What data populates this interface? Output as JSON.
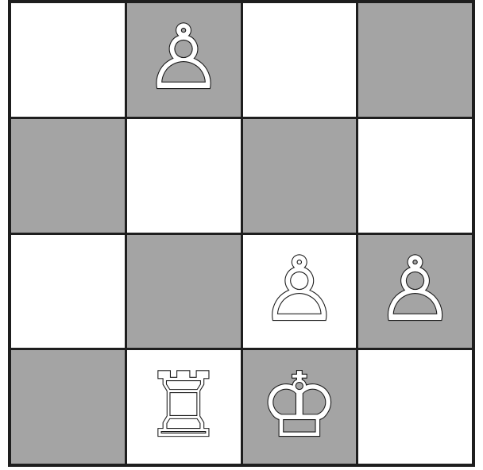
{
  "board": {
    "colors": {
      "light": "#ffffff",
      "dark": "#a4a4a4",
      "border": "#1e1e1e"
    },
    "rows": [
      [
        {
          "shade": "light",
          "piece": null,
          "glyph": ""
        },
        {
          "shade": "dark",
          "piece": "white-pawn",
          "glyph": "♙"
        },
        {
          "shade": "light",
          "piece": null,
          "glyph": ""
        },
        {
          "shade": "dark",
          "piece": null,
          "glyph": ""
        }
      ],
      [
        {
          "shade": "dark",
          "piece": null,
          "glyph": ""
        },
        {
          "shade": "light",
          "piece": null,
          "glyph": ""
        },
        {
          "shade": "dark",
          "piece": null,
          "glyph": ""
        },
        {
          "shade": "light",
          "piece": null,
          "glyph": ""
        }
      ],
      [
        {
          "shade": "light",
          "piece": null,
          "glyph": ""
        },
        {
          "shade": "dark",
          "piece": null,
          "glyph": ""
        },
        {
          "shade": "light",
          "piece": "white-pawn",
          "glyph": "♙"
        },
        {
          "shade": "dark",
          "piece": "white-pawn",
          "glyph": "♙"
        }
      ],
      [
        {
          "shade": "dark",
          "piece": null,
          "glyph": ""
        },
        {
          "shade": "light",
          "piece": "white-rook",
          "glyph": "♖"
        },
        {
          "shade": "dark",
          "piece": "white-king",
          "glyph": "♔"
        },
        {
          "shade": "light",
          "piece": null,
          "glyph": ""
        }
      ]
    ]
  }
}
